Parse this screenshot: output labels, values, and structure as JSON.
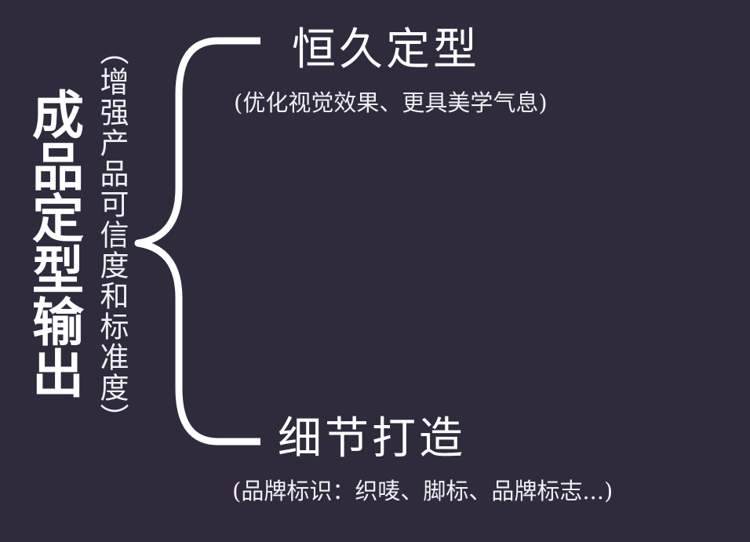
{
  "main_title": "成品定型输出",
  "main_subtitle": "（增强产品可信度和标准度）",
  "colors": {
    "background": "#2f2b3d",
    "text": "#ffffff",
    "brace": "#ffffff"
  },
  "branches": [
    {
      "title": "恒久定型",
      "description": "(优化视觉效果、更具美学气息)"
    },
    {
      "title": "细节打造",
      "description": "(品牌标识：织唛、脚标、品牌标志...)"
    }
  ]
}
